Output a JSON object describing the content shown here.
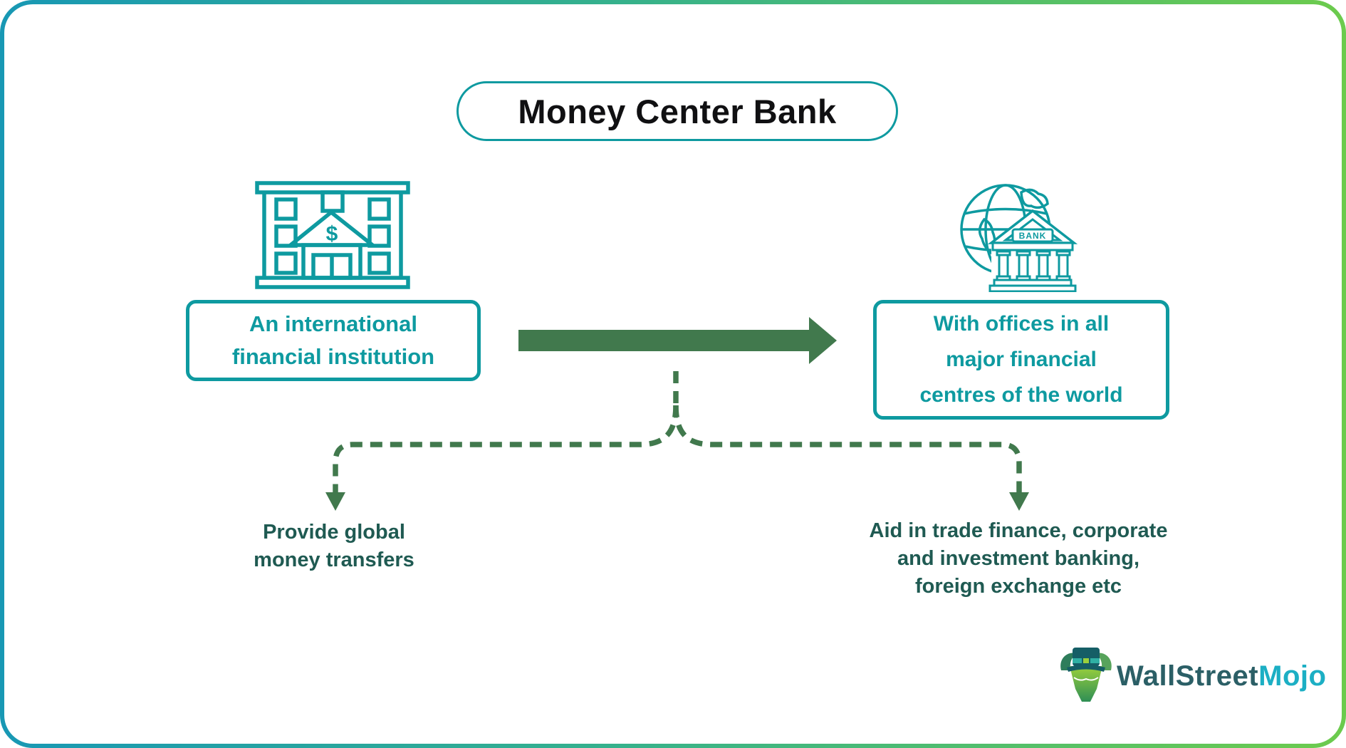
{
  "title": {
    "label": "Money Center Bank"
  },
  "flow": {
    "source": {
      "icon": "bank-building-icon",
      "dollar_glyph": "$",
      "lines": [
        "An international",
        "financial institution"
      ]
    },
    "target": {
      "icon": "globe-bank-icon",
      "bank_sign": "BANK",
      "lines": [
        "With offices in all",
        "major financial",
        "centres of the world"
      ]
    }
  },
  "outcomes": {
    "left": {
      "lines": [
        "Provide global",
        "money transfers"
      ]
    },
    "right": {
      "lines": [
        "Aid in trade finance, corporate",
        "and investment banking,",
        "foreign exchange etc"
      ]
    }
  },
  "logo": {
    "primary": "WallStreet",
    "secondary": "Mojo"
  },
  "colors": {
    "teal": "#0E9AA0",
    "arrow_green": "#41794D",
    "outcome_text": "#1F5A52",
    "title_text": "#101012",
    "frame_gradient_start": "#1898B4",
    "frame_gradient_end": "#6CCB4D",
    "logo_dark": "#2B5F66",
    "logo_teal": "#1CAFC4"
  }
}
